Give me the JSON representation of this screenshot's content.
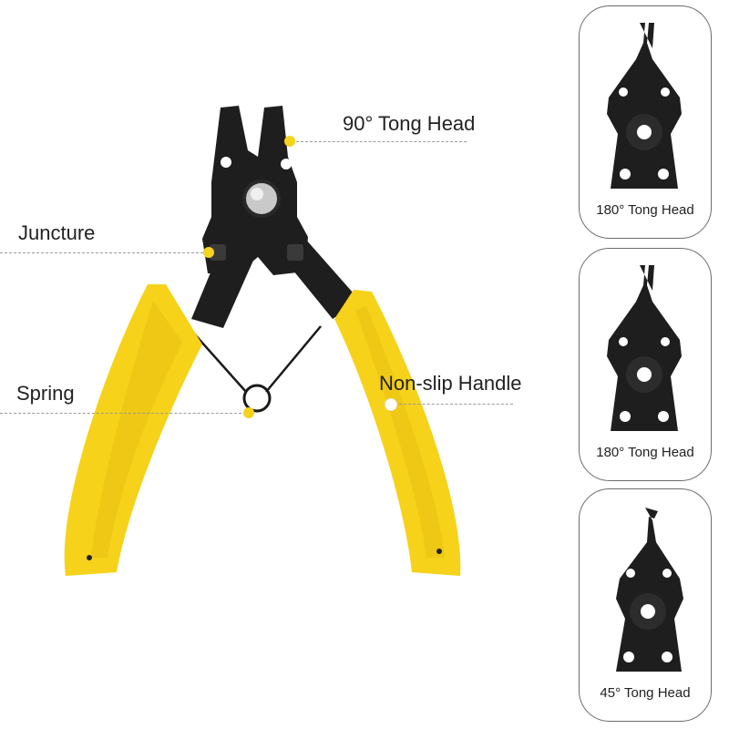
{
  "callouts": {
    "tong_head": "90° Tong Head",
    "juncture": "Juncture",
    "spring": "Spring",
    "handle": "Non-slip Handle"
  },
  "cards": [
    {
      "caption": "180° Tong Head"
    },
    {
      "caption": "180° Tong Head"
    },
    {
      "caption": "45° Tong Head"
    }
  ],
  "colors": {
    "handle": "#f6d21a",
    "handle_shade": "#e0b60c",
    "metal": "#1e1e1e",
    "callout_dot": "#f5d31e",
    "card_border": "#6c6c6c"
  }
}
